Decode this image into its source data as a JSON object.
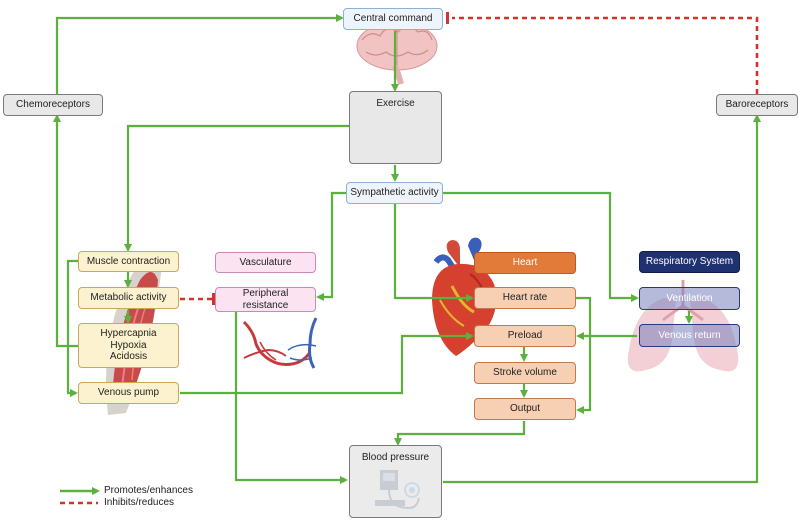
{
  "nodes": {
    "central_command": "Central command",
    "chemoreceptors": "Chemoreceptors",
    "baroreceptors": "Baroreceptors",
    "exercise": "Exercise",
    "sympathetic_activity": "Sympathetic activity",
    "muscle_contraction": "Muscle contraction",
    "metabolic_activity": "Metabolic activity",
    "hypercapnia_hypoxia_acidosis": [
      "Hypercapnia",
      "Hypoxia",
      "Acidosis"
    ],
    "venous_pump": "Venous pump",
    "vasculature": "Vasculature",
    "peripheral_resistance": [
      "Peripheral",
      "resistance"
    ],
    "heart": "Heart",
    "heart_rate": "Heart rate",
    "preload": "Preload",
    "stroke_volume": "Stroke volume",
    "output": "Output",
    "respiratory_system": "Respiratory System",
    "ventilation": "Ventilation",
    "venous_return": "Venous return",
    "blood_pressure": "Blood pressure"
  },
  "legend": {
    "promotes": "Promotes/enhances",
    "inhibits": "Inhibits/reduces"
  },
  "colors": {
    "promote_arrow": "#5cb13e",
    "inhibit_arrow": "#d4322c"
  },
  "icons": [
    "brain-icon",
    "stationary-bike-icon",
    "muscle-icon",
    "blood-vessels-icon",
    "heart-icon",
    "lungs-icon",
    "blood-pressure-monitor-icon"
  ]
}
